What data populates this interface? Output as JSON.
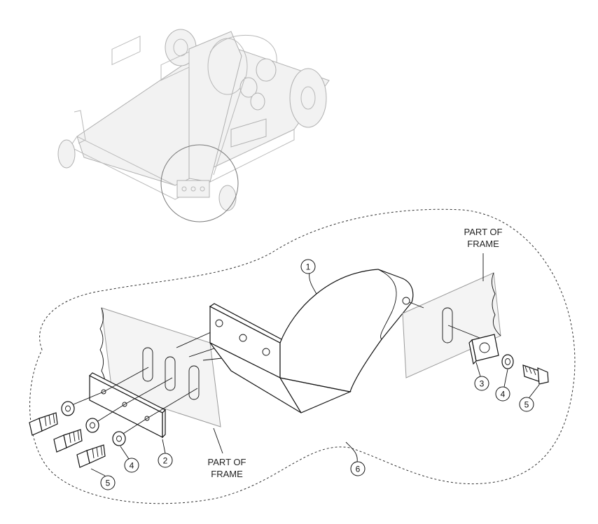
{
  "labels": {
    "frame_top_line1": "PART OF",
    "frame_top_line2": "FRAME",
    "frame_bottom_line1": "PART OF",
    "frame_bottom_line2": "FRAME"
  },
  "callouts": {
    "c1": "1",
    "c2": "2",
    "c3": "3",
    "c4a": "4",
    "c4b": "4",
    "c5a": "5",
    "c5b": "5",
    "c6": "6"
  }
}
